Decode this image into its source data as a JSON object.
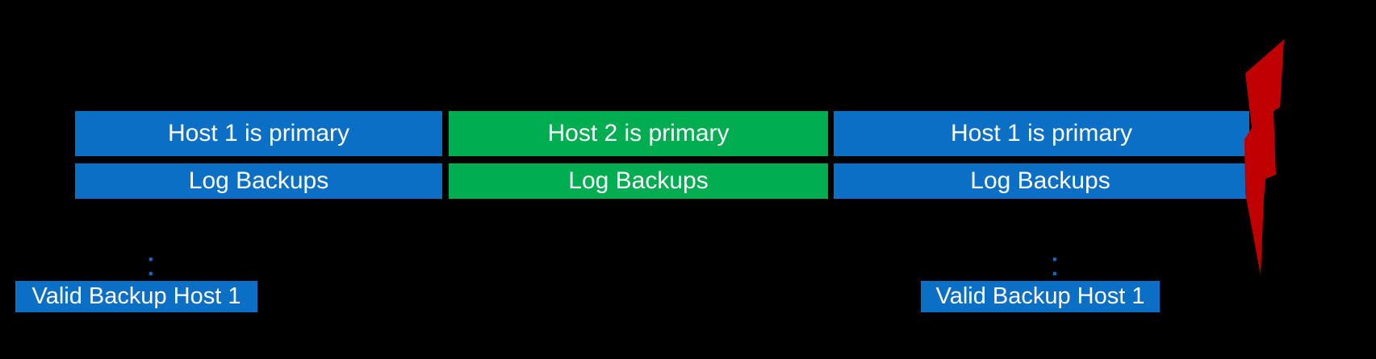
{
  "colors": {
    "background": "#000000",
    "blue": "#0A6FC5",
    "green": "#00AD50",
    "red": "#C00000",
    "text": "#FFFFFF"
  },
  "timeline": {
    "sections": [
      {
        "color": "blue",
        "primary_label": "Host 1 is primary",
        "log_label": "Log Backups"
      },
      {
        "color": "green",
        "primary_label": "Host 2 is primary",
        "log_label": "Log Backups"
      },
      {
        "color": "blue",
        "primary_label": "Host 1 is primary",
        "log_label": "Log Backups"
      }
    ]
  },
  "failure": {
    "icon": "lightning-bolt",
    "color": "#C00000"
  },
  "backup_markers": [
    {
      "glyph": ":",
      "label": "Valid Backup Host 1"
    },
    {
      "glyph": ":",
      "label": "Valid Backup Host 1"
    }
  ]
}
